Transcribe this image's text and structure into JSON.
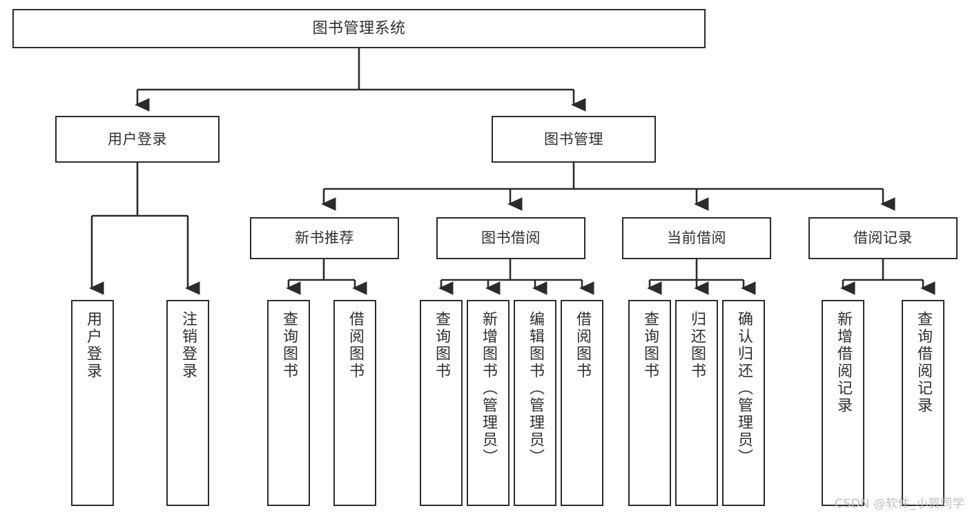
{
  "diagram": {
    "title": "图书管理系统",
    "type": "hierarchy-tree",
    "root": {
      "label": "图书管理系统"
    },
    "level2": [
      {
        "label": "用户登录"
      },
      {
        "label": "图书管理"
      }
    ],
    "level3": [
      {
        "label": "新书推荐"
      },
      {
        "label": "图书借阅"
      },
      {
        "label": "当前借阅"
      },
      {
        "label": "借阅记录"
      }
    ],
    "leaves": {
      "user_login": [
        {
          "label": "用户登录"
        },
        {
          "label": "注销登录"
        }
      ],
      "new_book_recommend": [
        {
          "label": "查询图书"
        },
        {
          "label": "借阅图书"
        }
      ],
      "book_borrow": [
        {
          "label": "查询图书"
        },
        {
          "label": "新增图书（管理员）"
        },
        {
          "label": "编辑图书（管理员）"
        },
        {
          "label": "借阅图书"
        }
      ],
      "current_borrow": [
        {
          "label": "查询图书"
        },
        {
          "label": "归还图书"
        },
        {
          "label": "确认归还（管理员）"
        }
      ],
      "borrow_record": [
        {
          "label": "新增借阅记录"
        },
        {
          "label": "查询借阅记录"
        }
      ]
    }
  },
  "watermark": {
    "text": "CSDN @软件_小贺同学"
  },
  "colors": {
    "stroke": "#2b2b2b",
    "text": "#2f2f2f",
    "background": "#ffffff",
    "watermark": "#bdbdbd"
  }
}
